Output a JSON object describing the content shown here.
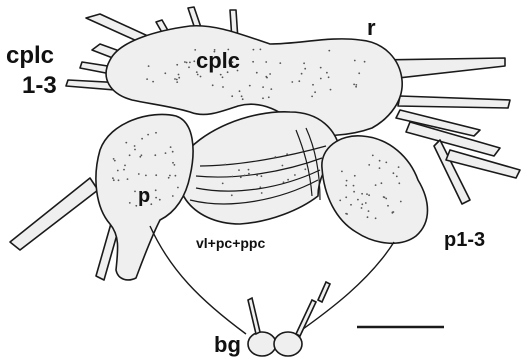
{
  "labels": {
    "cplc_left_line1": "cplc",
    "cplc_left_line2": "1-3",
    "cplc_center": "cplc",
    "r": "r",
    "p": "p",
    "connectives": "vl+pc+ppc",
    "p1_3": "p1-3",
    "bg": "bg"
  },
  "colors": {
    "outline": "#1a1a1a",
    "fill": "#efefef",
    "stipple": "#555555"
  }
}
